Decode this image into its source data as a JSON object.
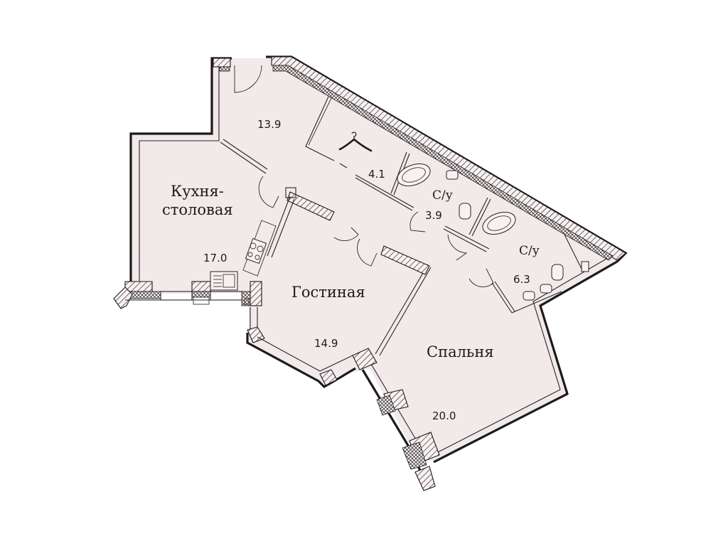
{
  "plan": {
    "colors": {
      "floor": "#f2e9ea",
      "walls": "#1e1a1a",
      "background": "#ffffff"
    },
    "rooms": [
      {
        "id": "hall",
        "name": "",
        "area": "13.9"
      },
      {
        "id": "wardrobe",
        "name": "",
        "area": "4.1",
        "icon": "hanger-icon"
      },
      {
        "id": "bath1",
        "name": "С/у",
        "area": "3.9"
      },
      {
        "id": "bath2",
        "name": "С/у",
        "area": "6.3"
      },
      {
        "id": "kitchen",
        "name_line1": "Кухня-",
        "name_line2": "столовая",
        "area": "17.0"
      },
      {
        "id": "living",
        "name": "Гостиная",
        "area": "14.9"
      },
      {
        "id": "bedroom",
        "name": "Спальня",
        "area": "20.0"
      }
    ]
  }
}
